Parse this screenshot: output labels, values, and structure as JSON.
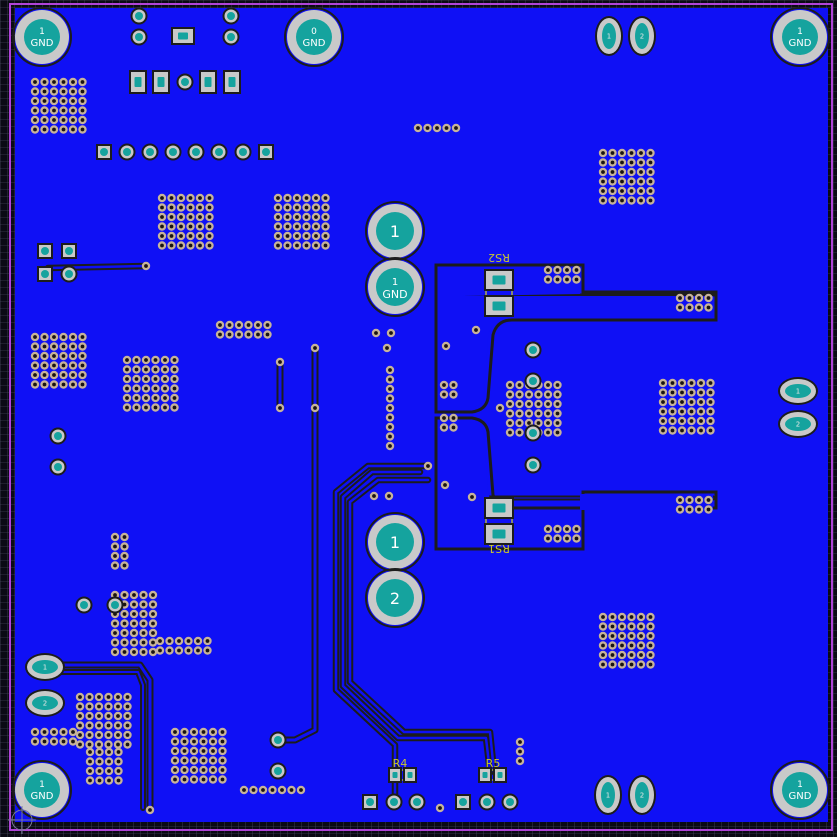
{
  "board": {
    "colors": {
      "background": "#0a0a14",
      "copper": "#0f10f5",
      "edge": "#b044d8",
      "grid": "#7a7a9a",
      "pad_ring": "#c9c9c9",
      "pad_center": "#15a39e",
      "via": "#c7b39a",
      "via_hole": "#1a1410",
      "trace_edge": "#1c1c1c",
      "silkscreen": "#c8c830"
    },
    "mounting_holes": [
      {
        "net": "1",
        "name": "GND"
      },
      {
        "net": "0",
        "name": "GND"
      },
      {
        "net": "1",
        "name": "GND"
      },
      {
        "net": "1",
        "name": "GND"
      },
      {
        "net": "1",
        "name": "GND"
      }
    ],
    "center_pads": [
      {
        "label": "1",
        "sub": ""
      },
      {
        "label": "1",
        "sub": "GND"
      },
      {
        "label": "1",
        "sub": ""
      },
      {
        "label": "2",
        "sub": ""
      }
    ],
    "connector_pads": [
      {
        "label": "1"
      },
      {
        "label": "2"
      },
      {
        "label": "1"
      },
      {
        "label": "2"
      },
      {
        "label": "1"
      },
      {
        "label": "2"
      },
      {
        "label": "1"
      },
      {
        "label": "2"
      }
    ],
    "designators": [
      {
        "ref": "RS2",
        "mirrored": true
      },
      {
        "ref": "RS1",
        "mirrored": true
      },
      {
        "ref": "R4",
        "mirrored": false
      },
      {
        "ref": "R5",
        "mirrored": false
      }
    ]
  }
}
